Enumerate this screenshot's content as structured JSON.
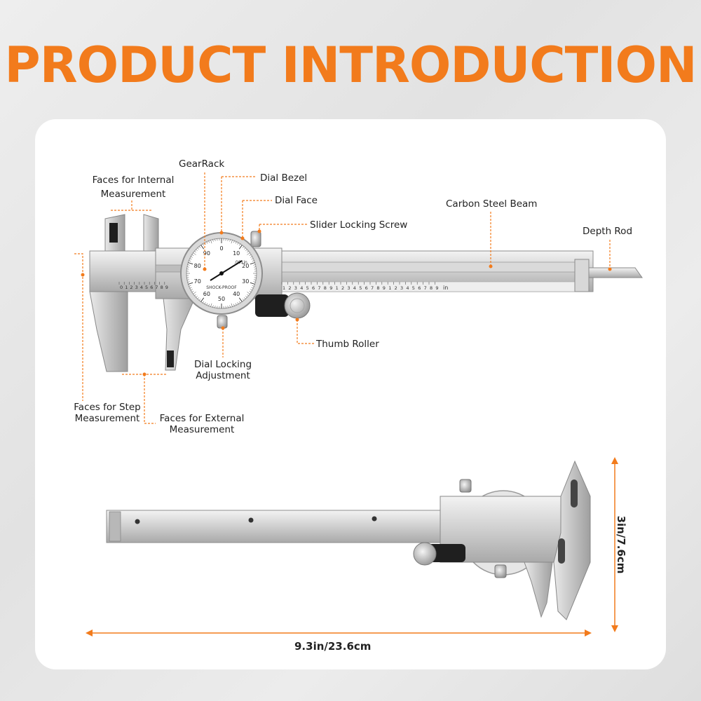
{
  "header": {
    "title": "PRODUCT INTRODUCTION"
  },
  "colors": {
    "accent": "#f27b1c",
    "steel_light": "#e4e4e4",
    "steel_dark": "#9a9a9a",
    "card": "#ffffff"
  },
  "labels": {
    "gear_rack": "GearRack",
    "internal_faces_line1": "Faces for Internal",
    "internal_faces_line2": "Measurement",
    "dial_bezel": "Dial Bezel",
    "dial_face": "Dial Face",
    "carbon_steel_beam": "Carbon Steel Beam",
    "slider_locking_screw": "Slider Locking Screw",
    "depth_rod": "Depth Rod",
    "thumb_roller": "Thumb Roller",
    "dial_locking_line1": "Dial Locking",
    "dial_locking_line2": "Adjustment",
    "step_faces_line1": "Faces for Step",
    "step_faces_line2": "Measurement",
    "external_faces_line1": "Faces for External",
    "external_faces_line2": "Measurement"
  },
  "dial": {
    "numbers": [
      "0",
      "10",
      "20",
      "30",
      "40",
      "50",
      "60",
      "70",
      "80",
      "90"
    ],
    "unit_text": ".001in",
    "brand_text": "SHOCK-PROOF"
  },
  "scale": {
    "jaw_digits": [
      "0",
      "1",
      "2",
      "3",
      "4",
      "5",
      "6",
      "7",
      "8",
      "9"
    ],
    "beam_unit": "in"
  },
  "dimensions": {
    "width": "9.3in/23.6cm",
    "height": "3in/7.6cm"
  }
}
